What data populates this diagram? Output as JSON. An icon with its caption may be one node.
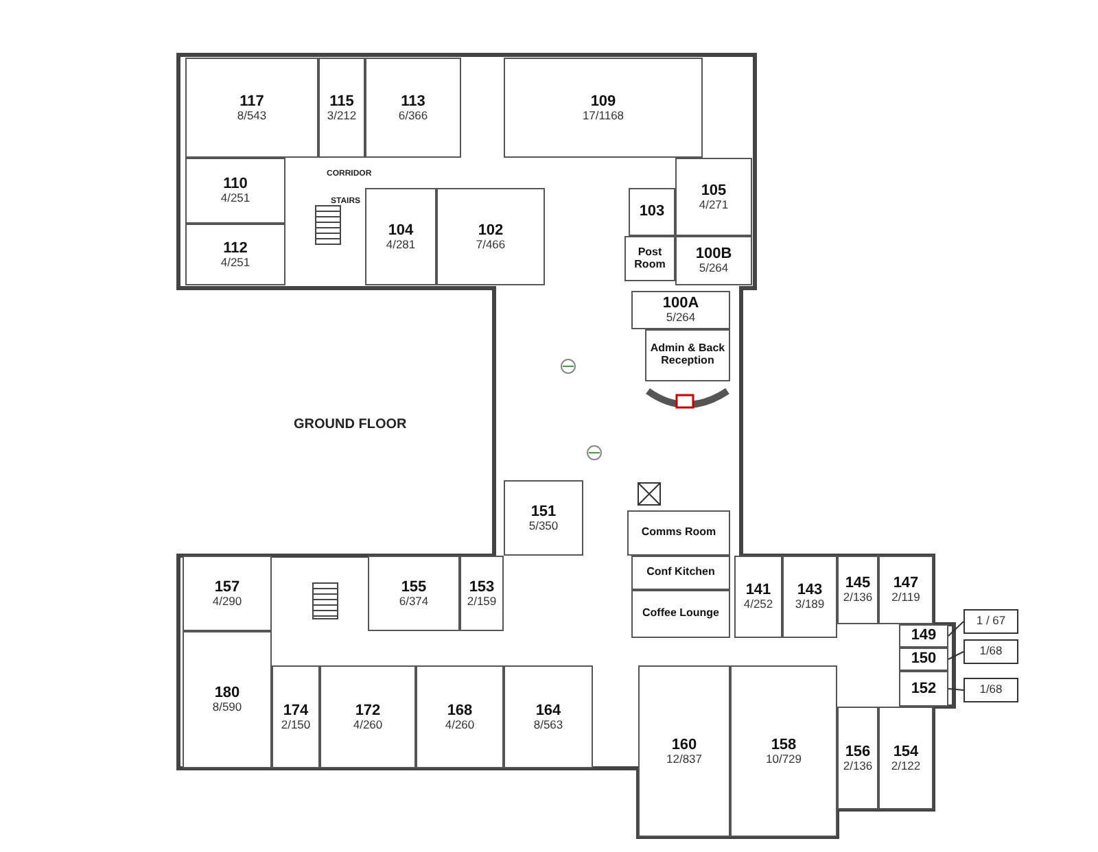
{
  "diagram": {
    "nodes": [
      {
        "text": [
          "117",
          "8/543"
        ]
      },
      {
        "text": [
          "115",
          "3/212"
        ]
      },
      {
        "text": [
          "113",
          "6/366"
        ]
      },
      {
        "text": [
          "109",
          "17/1168"
        ]
      },
      {
        "text": [
          "110",
          "4/251"
        ]
      },
      {
        "text": [
          "112",
          "4/251"
        ]
      },
      {
        "text": [
          "104",
          "4/281"
        ]
      },
      {
        "text": [
          "102",
          "7/466"
        ]
      },
      {
        "text": [
          "103"
        ]
      },
      {
        "text": [
          "105",
          "4/271"
        ]
      },
      {
        "text": [
          "Post Room"
        ]
      },
      {
        "text": [
          "100B",
          "5/264"
        ]
      },
      {
        "text": [
          "100A",
          "5/264"
        ]
      },
      {
        "text": [
          "Admin & Back Reception"
        ]
      },
      {
        "text": [
          "151",
          "5/350"
        ]
      },
      {
        "text": [
          "Comms Room"
        ]
      },
      {
        "text": [
          "Conf Kitchen"
        ]
      },
      {
        "text": [
          "Coffee Lounge"
        ]
      },
      {
        "text": [
          "141",
          "4/252"
        ]
      },
      {
        "text": [
          "143",
          "3/189"
        ]
      },
      {
        "text": [
          "145",
          "2/136"
        ]
      },
      {
        "text": [
          "147",
          "2/119"
        ]
      },
      {
        "text": [
          "157",
          "4/290"
        ]
      },
      {
        "text": [
          "155",
          "6/374"
        ]
      },
      {
        "text": [
          "153",
          "2/159"
        ]
      },
      {
        "text": [
          "180",
          "8/590"
        ]
      },
      {
        "text": [
          "174",
          "2/150"
        ]
      },
      {
        "text": [
          "172",
          "4/260"
        ]
      },
      {
        "text": [
          "168",
          "4/260"
        ]
      },
      {
        "text": [
          "164",
          "8/563"
        ]
      },
      {
        "text": [
          "160",
          "12/837"
        ]
      },
      {
        "text": [
          "158",
          "10/729"
        ]
      },
      {
        "text": [
          "156",
          "2/136"
        ]
      },
      {
        "text": [
          "154",
          "2/122"
        ]
      },
      {
        "text": [
          "149"
        ]
      },
      {
        "text": [
          "150"
        ]
      },
      {
        "text": [
          "152"
        ]
      },
      {
        "text": [
          "1 / 67"
        ]
      },
      {
        "text": [
          "1/68"
        ]
      },
      {
        "text": [
          "1/68"
        ]
      }
    ],
    "edges": [
      {
        "from": 37,
        "to": 34,
        "arrow": "none"
      },
      {
        "from": 38,
        "to": 35,
        "arrow": "none"
      },
      {
        "from": 39,
        "to": 36,
        "arrow": "none"
      }
    ],
    "labels": [
      "CORRIDOR",
      "STAIRS",
      "GROUND FLOOR"
    ]
  }
}
